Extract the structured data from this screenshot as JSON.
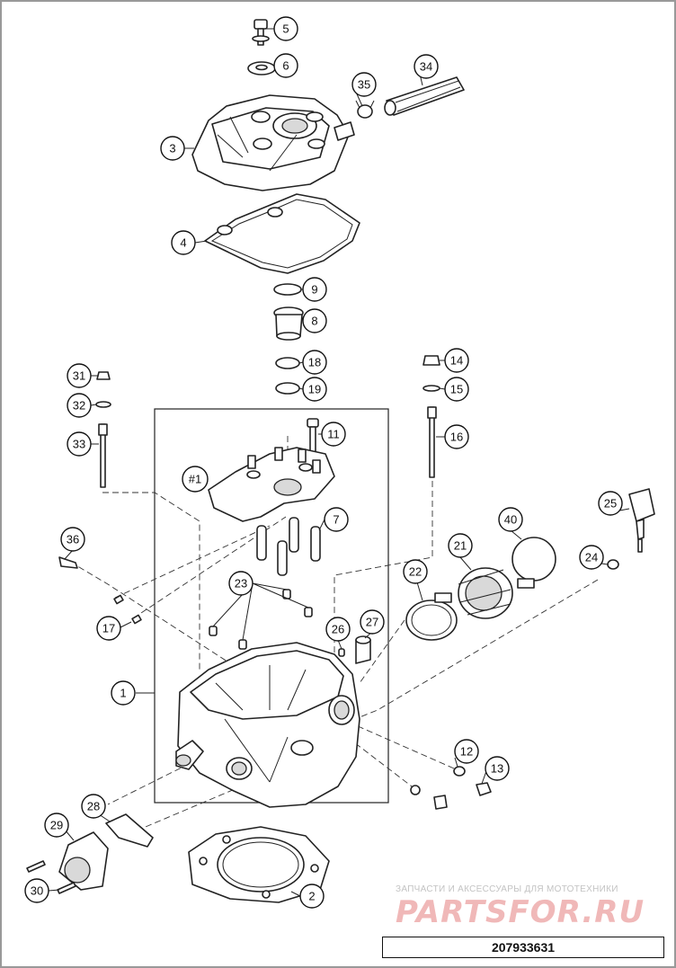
{
  "diagram": {
    "drawing_number": "207933631",
    "watermark": {
      "caption": "ЗАПЧАСТИ И АКСЕССУАРЫ ДЛЯ МОТОТЕХНИКИ",
      "brand": "PARTSFOR.RU"
    },
    "callouts": [
      {
        "id": "c1",
        "label": "1"
      },
      {
        "id": "c2",
        "label": "2"
      },
      {
        "id": "c3",
        "label": "3"
      },
      {
        "id": "c4",
        "label": "4"
      },
      {
        "id": "c5",
        "label": "5"
      },
      {
        "id": "c6",
        "label": "6"
      },
      {
        "id": "c7",
        "label": "7"
      },
      {
        "id": "c8",
        "label": "8"
      },
      {
        "id": "c9",
        "label": "9"
      },
      {
        "id": "c11",
        "label": "11"
      },
      {
        "id": "c12",
        "label": "12"
      },
      {
        "id": "c13",
        "label": "13"
      },
      {
        "id": "c14",
        "label": "14"
      },
      {
        "id": "c15",
        "label": "15"
      },
      {
        "id": "c16",
        "label": "16"
      },
      {
        "id": "c17",
        "label": "17"
      },
      {
        "id": "c18",
        "label": "18"
      },
      {
        "id": "c19",
        "label": "19"
      },
      {
        "id": "c21",
        "label": "21"
      },
      {
        "id": "c22",
        "label": "22"
      },
      {
        "id": "c23",
        "label": "23"
      },
      {
        "id": "c24",
        "label": "24"
      },
      {
        "id": "c25",
        "label": "25"
      },
      {
        "id": "c26",
        "label": "26"
      },
      {
        "id": "c27",
        "label": "27"
      },
      {
        "id": "c28",
        "label": "28"
      },
      {
        "id": "c29",
        "label": "29"
      },
      {
        "id": "c30",
        "label": "30"
      },
      {
        "id": "c31",
        "label": "31"
      },
      {
        "id": "c32",
        "label": "32"
      },
      {
        "id": "c33",
        "label": "33"
      },
      {
        "id": "c34",
        "label": "34"
      },
      {
        "id": "c35",
        "label": "35"
      },
      {
        "id": "c36",
        "label": "36"
      },
      {
        "id": "c40",
        "label": "40"
      },
      {
        "id": "cA1",
        "label": "#1"
      }
    ]
  }
}
